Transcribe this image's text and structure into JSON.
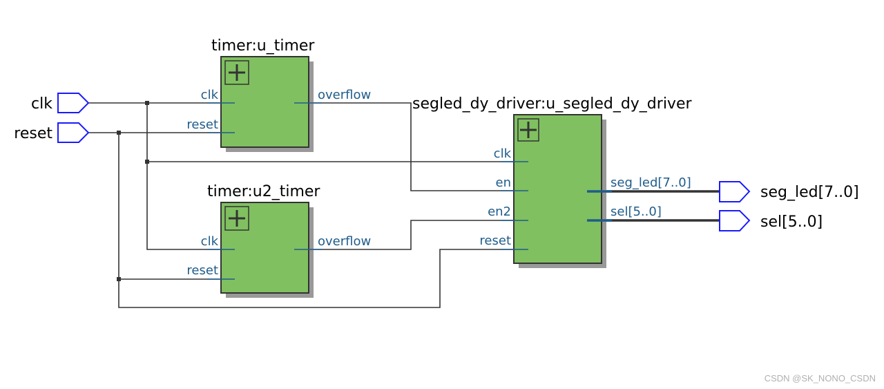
{
  "diagram": {
    "type": "RTL netlist schematic",
    "inputs": [
      {
        "name": "clk",
        "label": "clk"
      },
      {
        "name": "reset",
        "label": "reset"
      }
    ],
    "outputs": [
      {
        "name": "seg_led",
        "label": "seg_led[7..0]"
      },
      {
        "name": "sel",
        "label": "sel[5..0]"
      }
    ],
    "blocks": {
      "u_timer": {
        "title": "timer:u_timer",
        "ports_in": [
          "clk",
          "reset"
        ],
        "ports_out": [
          "overflow"
        ]
      },
      "u2_timer": {
        "title": "timer:u2_timer",
        "ports_in": [
          "clk",
          "reset"
        ],
        "ports_out": [
          "overflow"
        ]
      },
      "u_segled_dy_driver": {
        "title": "segled_dy_driver:u_segled_dy_driver",
        "ports_in": [
          "clk",
          "en",
          "en2",
          "reset"
        ],
        "ports_out": [
          "seg_led[7..0]",
          "sel[5..0]"
        ]
      }
    },
    "colors": {
      "block_fill": "#80c060",
      "wire": "#333333",
      "port_label": "#1f5c8a",
      "io_pin": "#1a1aff"
    }
  },
  "watermark": "CSDN @SK_NONO_CSDN"
}
